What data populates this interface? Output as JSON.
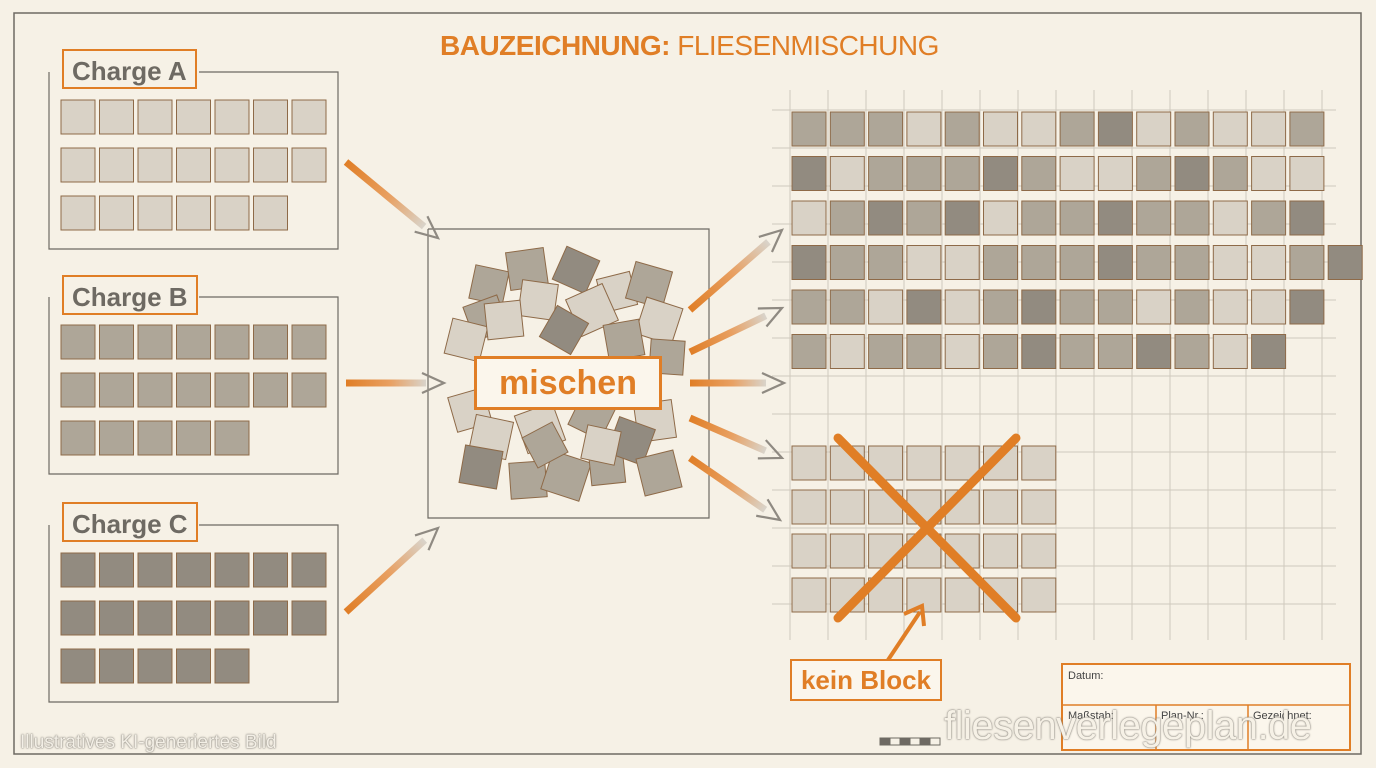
{
  "title": {
    "bold": "BAUZEICHNUNG:",
    "rest": "FLIESENMISCHUNG"
  },
  "batches": [
    {
      "label": "Charge A",
      "shade": "#d9d2c6"
    },
    {
      "label": "Charge B",
      "shade": "#aea698"
    },
    {
      "label": "Charge C",
      "shade": "#928b80"
    }
  ],
  "mix_label": "mischen",
  "bad_result_label": "kein Block",
  "title_block": {
    "date_label": "Datum:",
    "scale_label": "Maßstab:",
    "plan_label": "Plan-Nr.:",
    "drawn_label": "Gezeichnet:"
  },
  "watermarks": {
    "left": "Illustratives KI-generiertes Bild",
    "right": "fliesenverlegeplan.de"
  },
  "colors": {
    "accent": "#e07e26",
    "paper": "#f6f1e6",
    "line": "#6e6a63",
    "tile_light": "#d9d2c6",
    "tile_mid": "#aea698",
    "tile_dark": "#928b80"
  }
}
